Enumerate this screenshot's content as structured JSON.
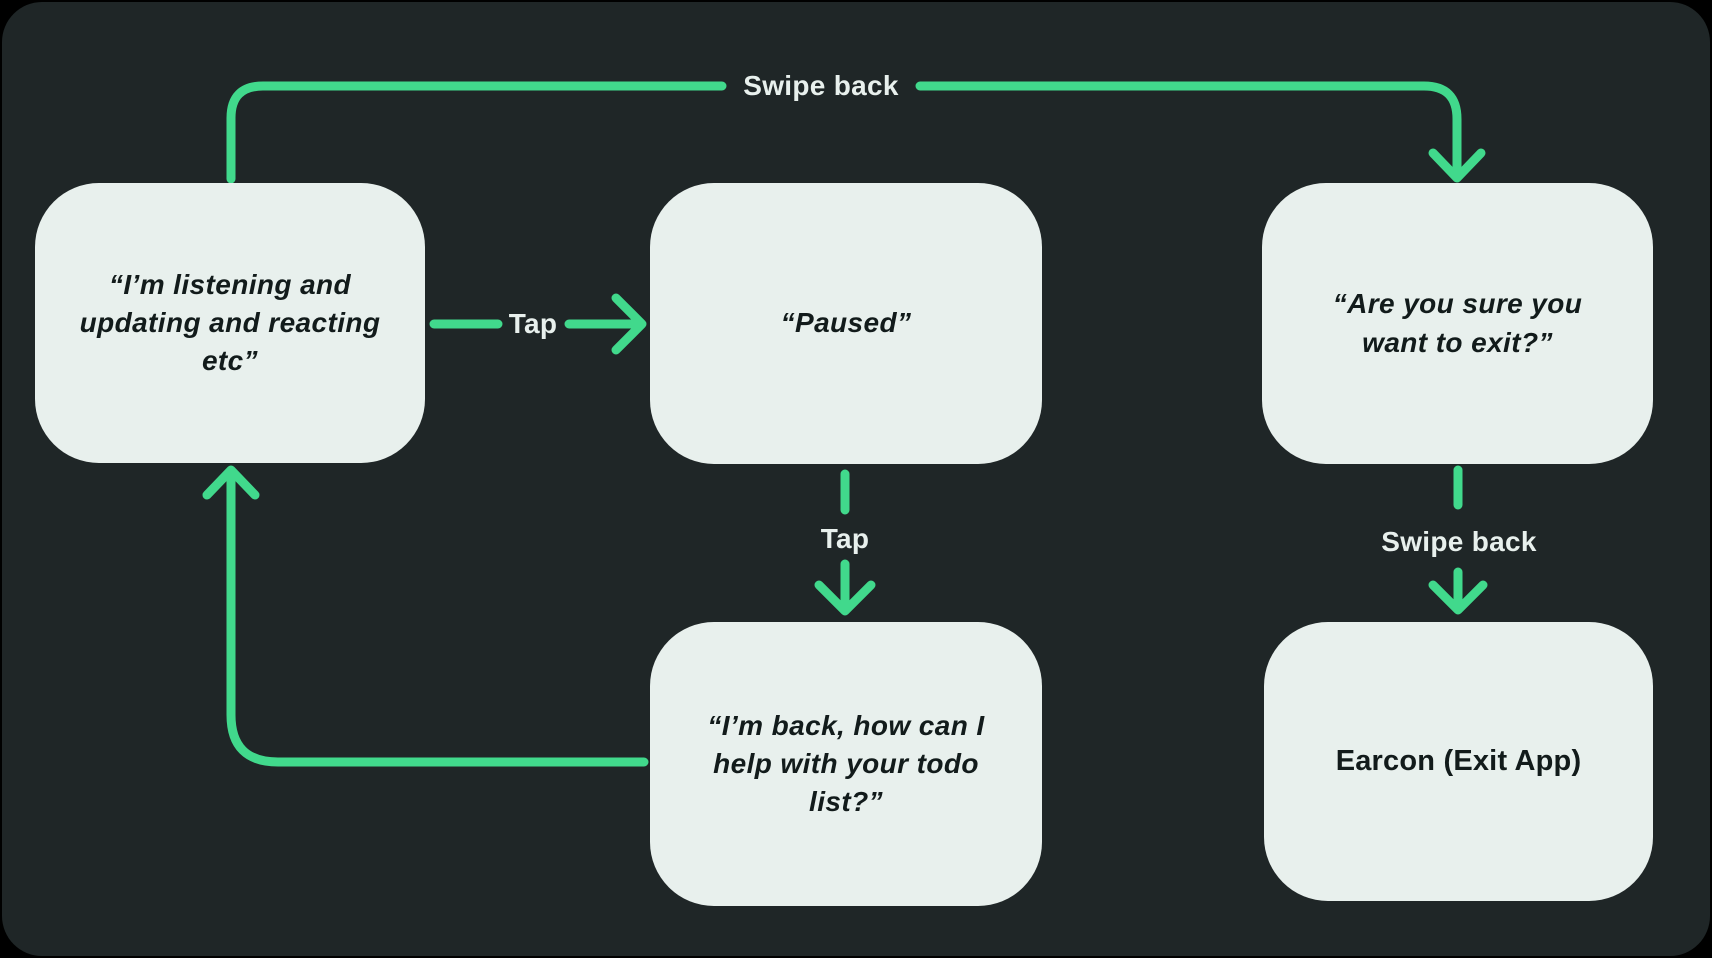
{
  "colors": {
    "outer-bg": "#000000",
    "canvas-bg": "#1f2627",
    "node-fill": "#e8f0ed",
    "node-text": "#121b1b",
    "accent": "#41d98c",
    "label-text": "#e8f0ed"
  },
  "nodes": [
    {
      "id": "listening",
      "text": "“I’m listening and updating and reacting etc”"
    },
    {
      "id": "paused",
      "text": "“Paused”"
    },
    {
      "id": "exit-confirm",
      "text": "“Are you sure you want to exit?”"
    },
    {
      "id": "back-help",
      "text": "“I’m back, how can I help with your todo list?”"
    },
    {
      "id": "earcon",
      "text": "Earcon (Exit App)"
    }
  ],
  "edges": [
    {
      "from": "listening",
      "to": "paused",
      "action": "Tap"
    },
    {
      "from": "paused",
      "to": "back-help",
      "action": "Tap"
    },
    {
      "from": "listening",
      "to": "exit-confirm",
      "action": "Swipe back"
    },
    {
      "from": "exit-confirm",
      "to": "earcon",
      "action": "Swipe back"
    },
    {
      "from": "back-help",
      "to": "listening",
      "action": ""
    }
  ]
}
